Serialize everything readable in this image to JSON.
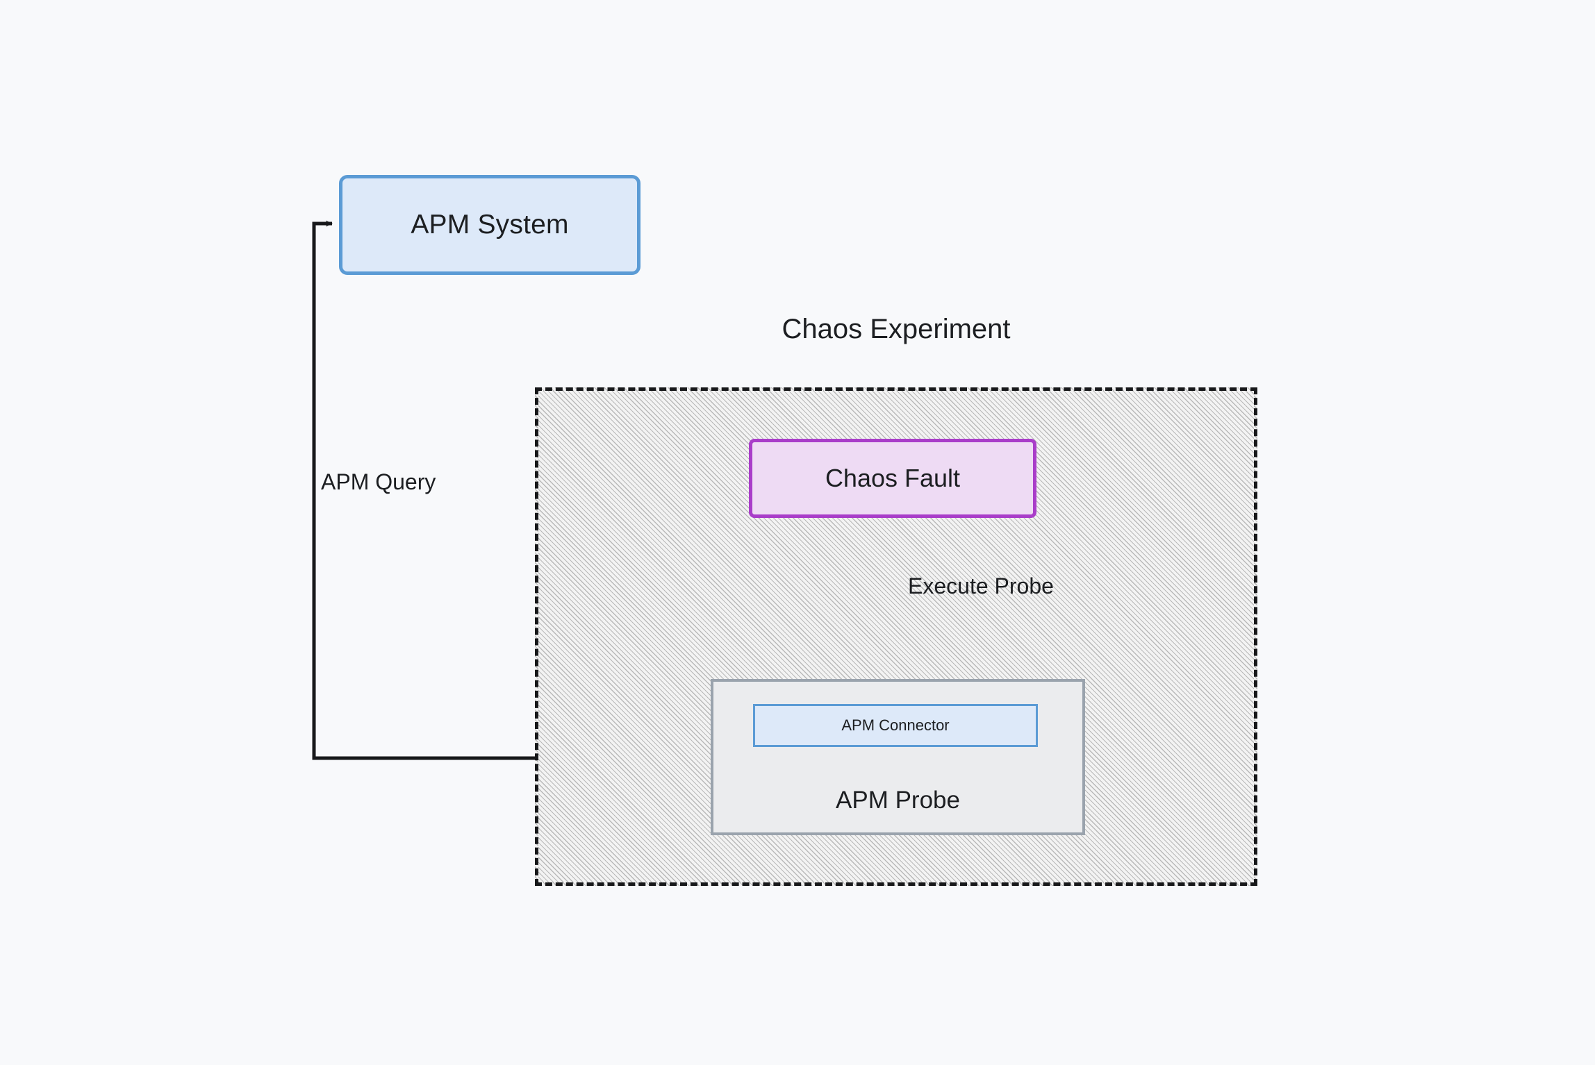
{
  "diagram": {
    "title": "Chaos Experiment",
    "background_color": "#f8f9fb"
  },
  "nodes": {
    "apm_system": {
      "label": "APM System",
      "fill": "#dde9f9",
      "border": "#5b9bd5"
    },
    "chaos_fault": {
      "label": "Chaos Fault",
      "fill": "#eedbf4",
      "border": "#a93dc9"
    },
    "apm_probe": {
      "label": "APM Probe",
      "fill": "#ebecee",
      "border": "#9aa3ad"
    },
    "apm_connector": {
      "label": "APM Connector",
      "fill": "#dde9f9",
      "border": "#5b9bd5"
    },
    "chaos_experiment": {
      "label": "Chaos Experiment",
      "border": "#17181a",
      "border_style": "dashed",
      "fill_pattern": "diagonal-hatch"
    }
  },
  "edges": [
    {
      "name": "apm-query-edge",
      "label": "APM Query",
      "from": "apm_probe",
      "to": "apm_system",
      "arrowhead": "at-apm-system"
    },
    {
      "name": "execute-probe-edge",
      "label": "Execute Probe",
      "from": "chaos_fault",
      "to": "apm_probe",
      "arrowhead": "at-apm-probe"
    }
  ]
}
